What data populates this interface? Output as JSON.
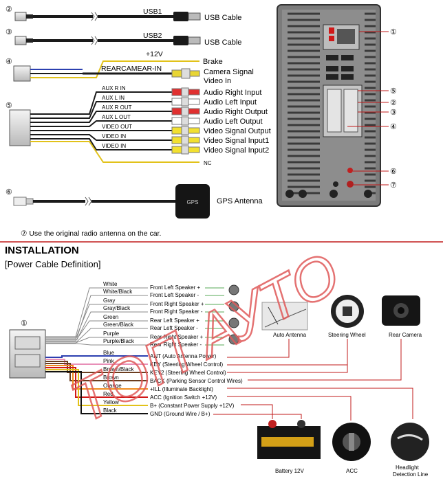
{
  "upper": {
    "connectors": [
      {
        "num": "②",
        "wire_label": "USB1",
        "desc": "USB Cable"
      },
      {
        "num": "③",
        "wire_label": "USB2",
        "desc": "USB Cable"
      }
    ],
    "brake": {
      "num": "④",
      "volt": "+12V",
      "desc": "Brake",
      "cam_label": "REARCAMEAR-IN",
      "cam_desc1": "Camera Signal",
      "cam_desc2": "Video In"
    },
    "av": {
      "num": "⑤",
      "wires": [
        {
          "label": "AUX R IN",
          "desc": "Audio Right Input",
          "color": "#e03030"
        },
        {
          "label": "AUX L IN",
          "desc": "Audio Left Input",
          "color": "#ffffff"
        },
        {
          "label": "AUX R OUT",
          "desc": "Audio Right Output",
          "color": "#e03030"
        },
        {
          "label": "AUX L OUT",
          "desc": "Audio Left Output",
          "color": "#ffffff"
        },
        {
          "label": "VIDEO OUT",
          "desc": "Video Signal Output",
          "color": "#f2e030"
        },
        {
          "label": "VIDEO IN",
          "desc": "Video Signal Input1",
          "color": "#f2e030"
        },
        {
          "label": "VIDEO IN",
          "desc": "Video Signal Input2",
          "color": "#f2e030"
        }
      ],
      "nc": "NC"
    },
    "gps": {
      "num": "⑥",
      "label": "GPS",
      "desc": "GPS Antenna"
    },
    "note": "⑦ Use the original radio antenna on the car.",
    "unit_callouts": [
      "①",
      "⑤",
      "②",
      "③",
      "④",
      "⑥",
      "⑦"
    ]
  },
  "watermark": "ТОП АУТО",
  "install": {
    "title": "INSTALLATION",
    "subtitle": "[Power Cable Definition]",
    "connector_num": "①",
    "speakers": [
      {
        "colors": [
          "White",
          "White/Black"
        ],
        "labels": [
          "Front Left Speaker +",
          "Front Left Speaker -"
        ]
      },
      {
        "colors": [
          "Gray",
          "Gray/Black"
        ],
        "labels": [
          "Front Right Speaker +",
          "Front Right Speaker -"
        ]
      },
      {
        "colors": [
          "Green",
          "Green/Black"
        ],
        "labels": [
          "Rear Left Speaker +",
          "Rear Left Speaker -"
        ]
      },
      {
        "colors": [
          "Purple",
          "Purple/Black"
        ],
        "labels": [
          "Rear Right Speaker +",
          "Rear Right Speaker -"
        ]
      }
    ],
    "wires": [
      {
        "color": "Blue",
        "label": "ANT (Auto Antenna Power)"
      },
      {
        "color": "Pink",
        "label": "KEY (Steering Wheel Control)"
      },
      {
        "color": "Brown/Black",
        "label": "KEY2 (Steering Wheel Control)"
      },
      {
        "color": "Brown",
        "label": "BACK (Parking Sensor Control Wires)"
      },
      {
        "color": "Orange",
        "label": "+ILL (Illuminate Backlight)"
      },
      {
        "color": "Red",
        "label": "ACC (Ignition Switch +12V)"
      },
      {
        "color": "Yellow",
        "label": "B+ (Constant Power Supply +12V)"
      },
      {
        "color": "Black",
        "label": "GND (Ground Wire / B+)"
      }
    ],
    "devices": {
      "antenna": "Auto Antenna",
      "steering": "Steering Wheel",
      "camera": "Rear Camera",
      "battery": "Battery 12V",
      "acc": "ACC",
      "headlight1": "Headlight",
      "headlight2": "Detection Line"
    }
  }
}
